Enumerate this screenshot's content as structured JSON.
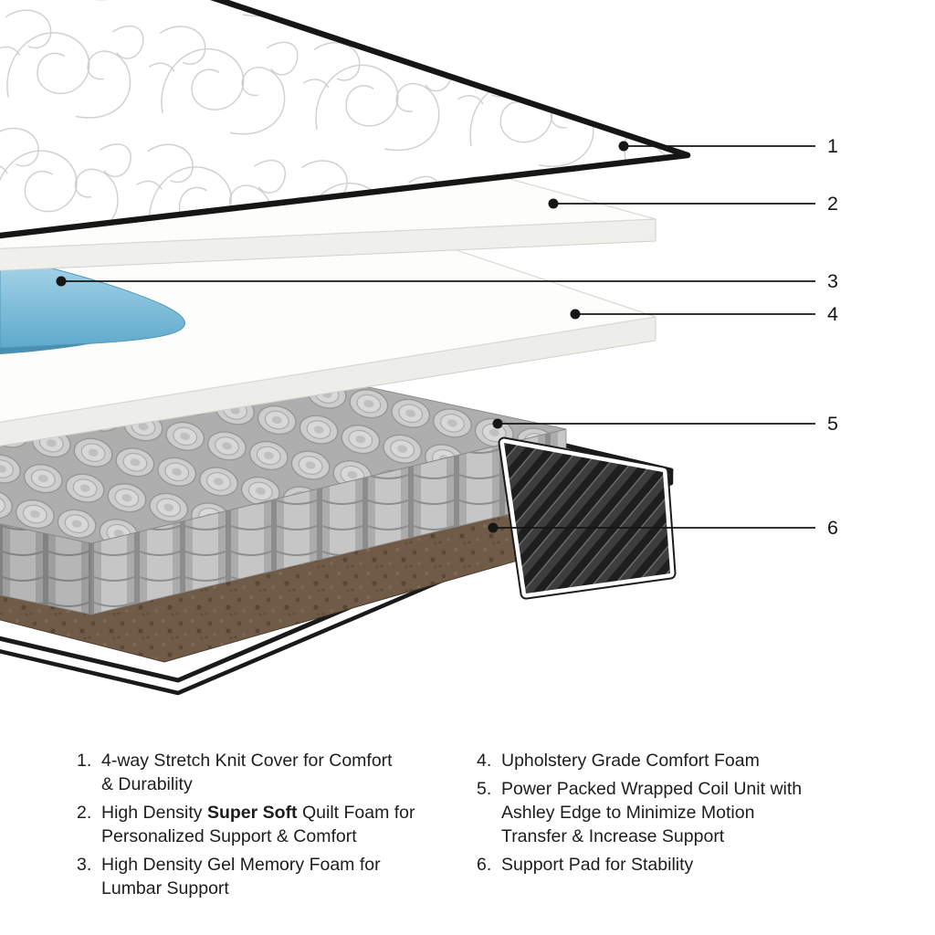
{
  "callouts": [
    {
      "label": "1"
    },
    {
      "label": "2"
    },
    {
      "label": "3"
    },
    {
      "label": "4"
    },
    {
      "label": "5"
    },
    {
      "label": "6"
    }
  ],
  "legend": {
    "left": [
      {
        "num": "1.",
        "lines": [
          "4-way Stretch Knit Cover for Comfort",
          "& Durability"
        ]
      },
      {
        "num": "2.",
        "line1_pre": "High Density ",
        "line1_bold": "Super Soft",
        "line1_post": " Quilt Foam for",
        "line2": "Personalized Support & Comfort"
      },
      {
        "num": "3.",
        "lines": [
          "High Density Gel Memory Foam for",
          "Lumbar Support"
        ]
      }
    ],
    "right": [
      {
        "num": "4.",
        "lines": [
          "Upholstery Grade Comfort Foam"
        ]
      },
      {
        "num": "5.",
        "lines": [
          "Power Packed Wrapped Coil Unit with",
          "Ashley Edge to Minimize Motion",
          "Transfer & Increase Support"
        ]
      },
      {
        "num": "6.",
        "lines": [
          "Support Pad for Stability"
        ]
      }
    ]
  },
  "colors": {
    "accent": "#161616",
    "gel_foam_blue": "#6fb3d4",
    "coil_gray": "#c6c6c6",
    "support_pad_brown": "#6f5b47",
    "edge_stripe_dark": "#1e1e1e"
  }
}
